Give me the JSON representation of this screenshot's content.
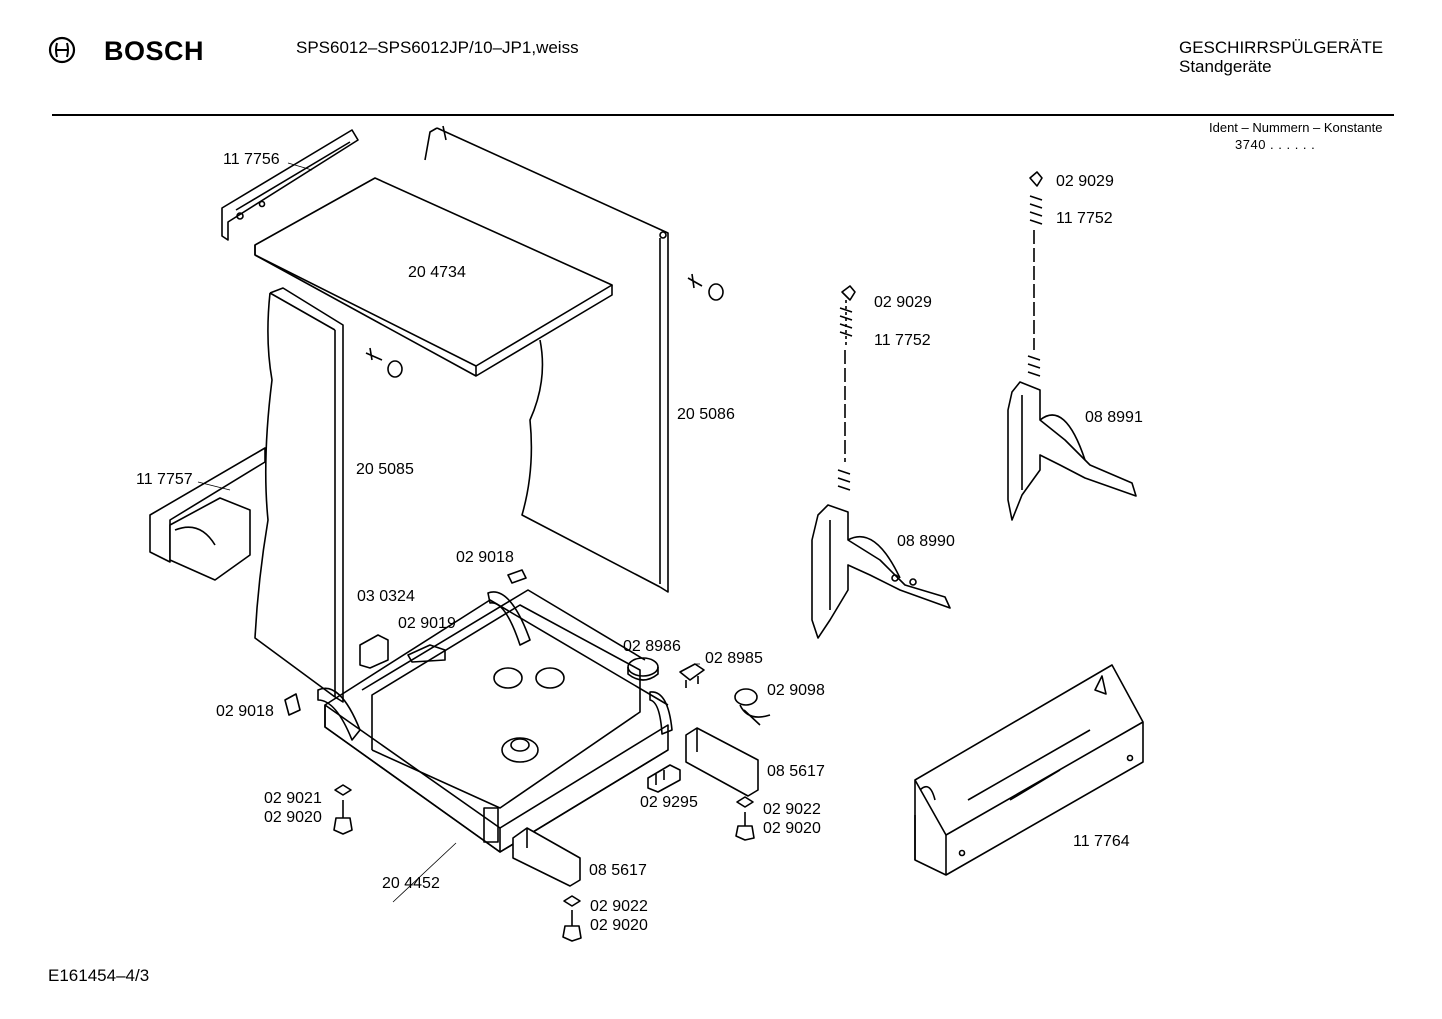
{
  "header": {
    "brand": "BOSCH",
    "model": "SPS6012–SPS6012JP/10–JP1,weiss",
    "category": "GESCHIRRSPÜLGERÄTE",
    "subcategory": "Standgeräte"
  },
  "ident": {
    "label": "Ident – Nummern – Konstante",
    "value": "3740 . .   . . . ."
  },
  "parts": {
    "p117756": "11 7756",
    "p204734": "20 4734",
    "p205085": "20 5085",
    "p205086": "20 5086",
    "p117757": "11 7757",
    "p029018_top": "02 9018",
    "p030324": "03 0324",
    "p029019": "02 9019",
    "p029018_left": "02 9018",
    "p029021": "02 9021",
    "p029020_left": "02 9020",
    "p204452": "20 4452",
    "p028986": "02 8986",
    "p028985": "02 8985",
    "p029098": "02 9098",
    "p085617_right": "08 5617",
    "p029295": "02 9295",
    "p029022_right": "02 9022",
    "p029020_right": "02 9020",
    "p085617_bottom": "08 5617",
    "p029022_bottom": "02 9022",
    "p029020_bottom": "02 9020",
    "p029029_a": "02 9029",
    "p117752_a": "11 7752",
    "p088990": "08 8990",
    "p029029_b": "02 9029",
    "p117752_b": "11 7752",
    "p088991": "08 8991",
    "p117764": "11 7764"
  },
  "footer": {
    "doc_id": "E161454–4/3"
  }
}
